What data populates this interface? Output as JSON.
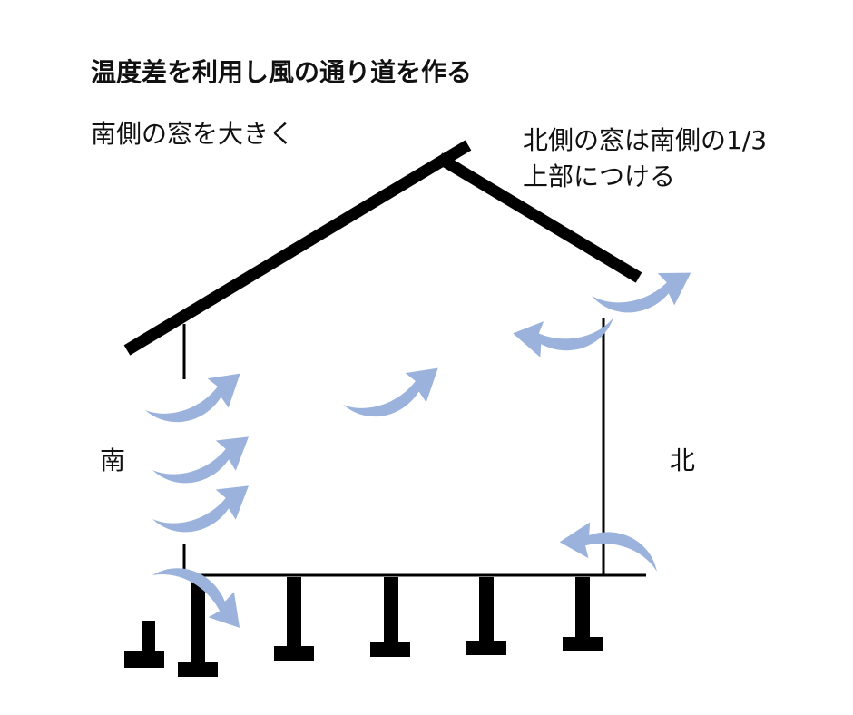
{
  "title": "温度差を利用し風の通り道を作る",
  "notes": {
    "south_window": "南側の窓を大きく",
    "north_window_line1": "北側の窓は南側の1/3",
    "north_window_line2": "上部につける"
  },
  "labels": {
    "south": "南",
    "north": "北"
  },
  "colors": {
    "structure": "#000000",
    "airflow_arrow": "#9bb3dc",
    "text": "#111111"
  },
  "icons": {
    "airflow": "curved-arrow-icon"
  }
}
